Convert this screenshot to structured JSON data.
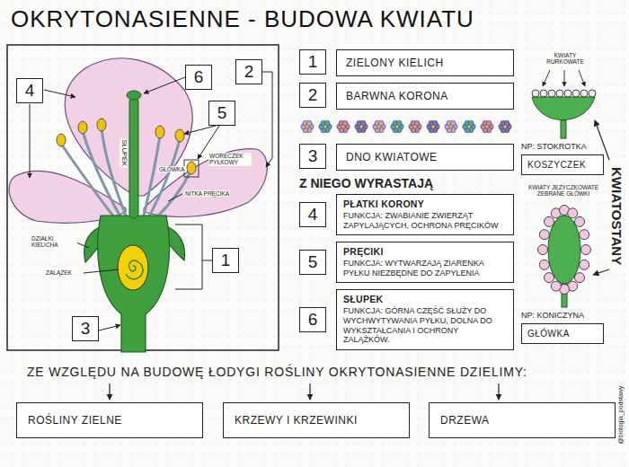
{
  "diagram": {
    "title": "OKRYTONASIENNE - BUDOWA KWIATU",
    "nodes": [
      {
        "text": [
          "4"
        ]
      },
      {
        "text": [
          "6"
        ]
      },
      {
        "text": [
          "2"
        ]
      },
      {
        "text": [
          "5"
        ]
      },
      {
        "text": [
          "1"
        ]
      },
      {
        "text": [
          "3"
        ]
      },
      {
        "text": [
          "1"
        ]
      },
      {
        "text": [
          "ZIELONY KIELICH"
        ]
      },
      {
        "text": [
          "2"
        ]
      },
      {
        "text": [
          "BARWNA KORONA"
        ]
      },
      {
        "text": [
          "3"
        ]
      },
      {
        "text": [
          "DNO KWIATOWE"
        ]
      },
      {
        "text": [
          "4"
        ]
      },
      {
        "text": [
          "PŁATKI KORONY",
          "FUNKCJA: ZWABIANIE ZWIERZĄT ZAPYLAJĄCYCH, OCHRONA PRĘCIKÓW"
        ]
      },
      {
        "text": [
          "5"
        ]
      },
      {
        "text": [
          "PRĘCIKI",
          "FUNKCJA: WYTWARZAJĄ ZIARENKA PYŁKU NIEZBĘDNE DO ZAPYLENIA"
        ]
      },
      {
        "text": [
          "6"
        ]
      },
      {
        "text": [
          "SŁUPEK",
          "FUNKCJA: GÓRNA CZĘŚĆ SŁUŻY DO WYCHWYTYWANIA PYŁKU, DOLNA DO WYKSZTAŁCANIA I OCHRONY ZALĄŻKÓW."
        ]
      },
      {
        "text": [
          "NP: STOKROTKA",
          "KOSZYCZEK"
        ]
      },
      {
        "text": [
          "NP: KONICZYNA",
          "GŁÓWKA"
        ]
      },
      {
        "text": [
          "ROŚLINY ZIELNE"
        ]
      },
      {
        "text": [
          "KRZEWY I KRZEWINKI"
        ]
      },
      {
        "text": [
          "DRZEWA"
        ]
      }
    ],
    "labels": [
      "SŁUPEK",
      "GŁÓWKA",
      "WORECZEK PYŁKOWY",
      "NITKA PRĘCIKA",
      "DZIAŁKI KIELICHA",
      "ZALĄŻEK",
      "Z NIEGO WYRASTAJĄ",
      "KWIATY RURKOWATE",
      "KWIATY JĘZYCZKOWATE ZEBRANE GŁÓWKI",
      "KWIATOSTANY",
      "ZE WZGLĘDU NA BUDOWĘ ŁODYGI ROŚLINY OKRYTONASIENNE DZIELIMY:",
      "@biologia_podstawy"
    ]
  }
}
